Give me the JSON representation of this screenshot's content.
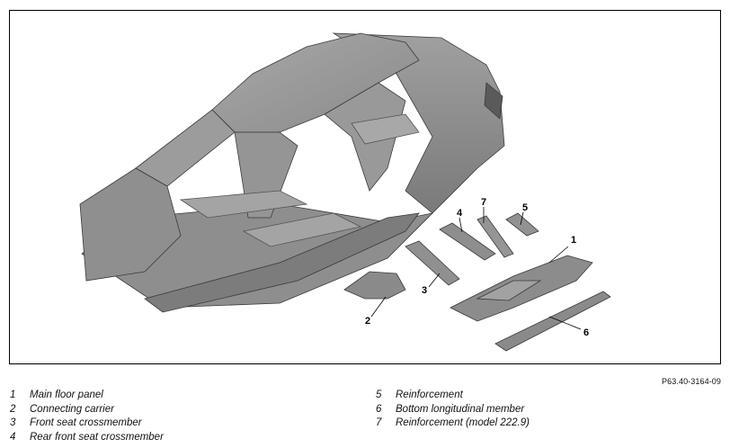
{
  "figure": {
    "reference": "P63.40-3164-09",
    "callouts": [
      {
        "num": "1"
      },
      {
        "num": "2"
      },
      {
        "num": "3"
      },
      {
        "num": "4"
      },
      {
        "num": "5"
      },
      {
        "num": "6"
      },
      {
        "num": "7"
      }
    ]
  },
  "legend": {
    "left": [
      {
        "num": "1",
        "label": "Main floor panel"
      },
      {
        "num": "2",
        "label": "Connecting carrier"
      },
      {
        "num": "3",
        "label": "Front seat crossmember"
      },
      {
        "num": "4",
        "label": "Rear front seat crossmember"
      }
    ],
    "right": [
      {
        "num": "5",
        "label": "Reinforcement"
      },
      {
        "num": "6",
        "label": "Bottom longitudinal member"
      },
      {
        "num": "7",
        "label": "Reinforcement (model 222.9)"
      }
    ]
  },
  "colors": {
    "body_shell": "#9a9a9a",
    "body_shadow": "#6e6e6e",
    "part": "#8c8c8c",
    "outline": "#3a3a3a"
  }
}
